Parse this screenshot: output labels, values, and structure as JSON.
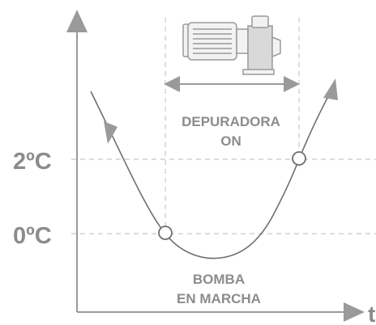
{
  "labels": {
    "temp_high": "2ºC",
    "temp_low": "0ºC",
    "depuradora_line1": "DEPURADORA",
    "depuradora_line2": "ON",
    "bomba_line1": "BOMBA",
    "bomba_line2": "EN MARCHA",
    "x_axis": "t"
  },
  "icons": {
    "machine": "motor-pump-icon"
  },
  "colors": {
    "axis": "#9a9a9a",
    "curve": "#6e6e6e",
    "text": "#8c8c8c",
    "guide": "#c8c8c8",
    "marker_fill": "#ffffff"
  }
}
